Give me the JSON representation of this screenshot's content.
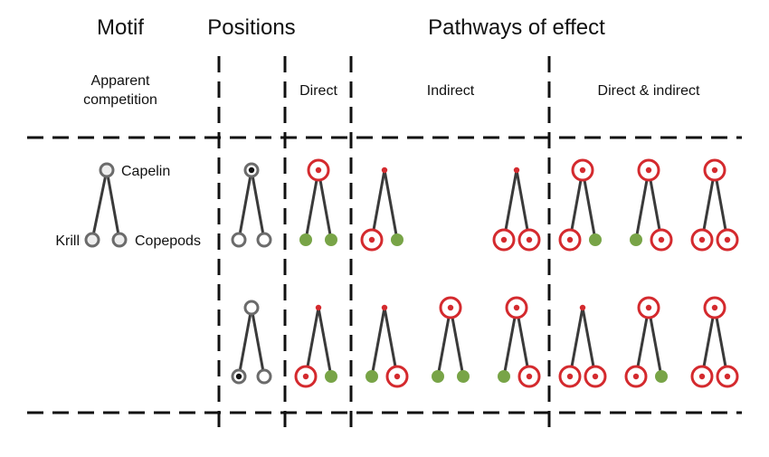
{
  "headers": {
    "motif": "Motif",
    "positions": "Positions",
    "pathways": "Pathways of effect"
  },
  "subheaders": {
    "motif_line1": "Apparent",
    "motif_line2": "competition",
    "direct": "Direct",
    "indirect": "Indirect",
    "direct_indirect": "Direct & indirect"
  },
  "species": {
    "top": "Capelin",
    "left": "Krill",
    "right": "Copepods"
  },
  "colors": {
    "affected": "#d42a2e",
    "unaffected": "#78a447",
    "neutral_node": "#6b6b6b",
    "focal_node_fill": "#111111",
    "line": "#3a3a3a"
  },
  "rows": [
    {
      "position": {
        "focal": "top"
      },
      "pathways": [
        {
          "group": "direct",
          "top": "affected",
          "left": "unaffected",
          "right": "unaffected"
        },
        {
          "group": "indirect",
          "top": "minor",
          "left": "affected",
          "right": "unaffected"
        },
        {
          "group": "indirect",
          "top": "minor",
          "left": "affected",
          "right": "affected"
        },
        {
          "group": "direct_indirect",
          "top": "affected",
          "left": "affected",
          "right": "unaffected"
        },
        {
          "group": "direct_indirect",
          "top": "affected",
          "left": "unaffected",
          "right": "affected"
        },
        {
          "group": "direct_indirect",
          "top": "affected",
          "left": "affected",
          "right": "affected"
        }
      ]
    },
    {
      "position": {
        "focal": "left"
      },
      "pathways": [
        {
          "group": "direct",
          "top": "minor",
          "left": "affected",
          "right": "unaffected"
        },
        {
          "group": "indirect",
          "top": "minor",
          "left": "unaffected",
          "right": "affected"
        },
        {
          "group": "indirect",
          "top": "affected",
          "left": "unaffected",
          "right": "unaffected"
        },
        {
          "group": "indirect",
          "top": "affected",
          "left": "unaffected",
          "right": "affected"
        },
        {
          "group": "direct_indirect",
          "top": "minor",
          "left": "affected",
          "right": "affected"
        },
        {
          "group": "direct_indirect",
          "top": "affected",
          "left": "affected",
          "right": "unaffected"
        },
        {
          "group": "direct_indirect",
          "top": "affected",
          "left": "affected",
          "right": "affected"
        }
      ]
    }
  ]
}
